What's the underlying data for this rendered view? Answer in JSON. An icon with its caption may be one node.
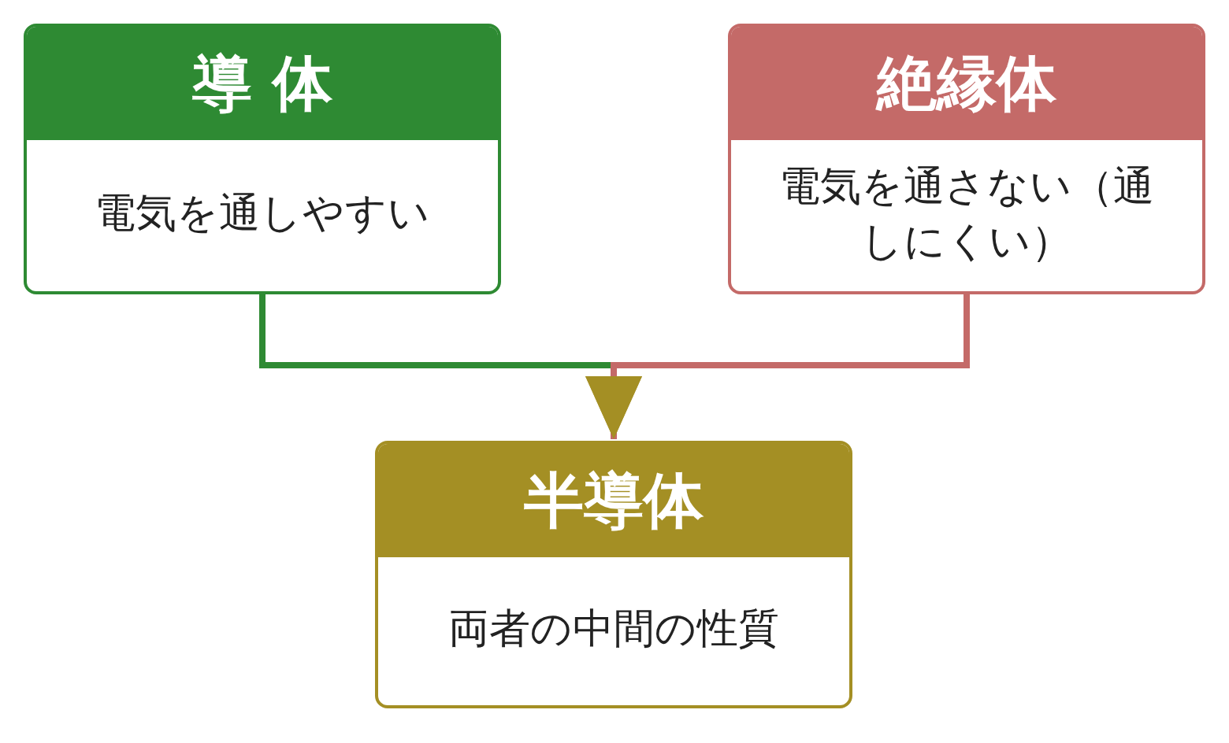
{
  "diagram": {
    "nodes": [
      {
        "text": [
          "導 体",
          "電気を通しやすい"
        ]
      },
      {
        "text": [
          "絶縁体",
          "電気を通さない（通しにくい）"
        ]
      },
      {
        "text": [
          "半導体",
          "両者の中間の性質"
        ]
      }
    ],
    "edges": [
      {
        "from": 0,
        "to": 2,
        "arrow": "to",
        "color": "#2e8a33"
      },
      {
        "from": 1,
        "to": 2,
        "arrow": "to",
        "color": "#c46a68"
      }
    ]
  }
}
